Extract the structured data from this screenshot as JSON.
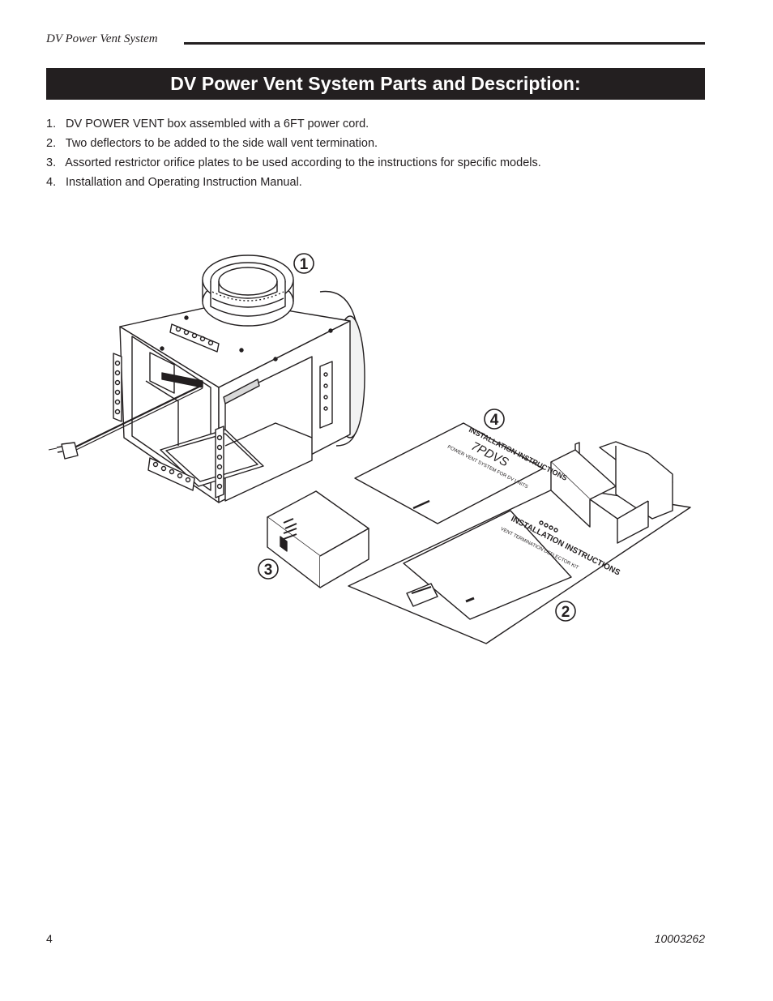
{
  "header": {
    "running_title": "DV Power Vent System"
  },
  "title": "DV Power Vent System Parts and Description:",
  "parts": [
    {
      "num": "1.",
      "text": "DV POWER VENT box assembled with a 6FT power cord."
    },
    {
      "num": "2.",
      "text": "Two deflectors to be added to the side wall vent termination."
    },
    {
      "num": "3.",
      "text": "Assorted restrictor orifice plates to be used according to the instructions for specific models."
    },
    {
      "num": "4.",
      "text": "Installation and Operating Instruction Manual."
    }
  ],
  "figure": {
    "callouts": [
      "1",
      "2",
      "3",
      "4"
    ],
    "manual_4": {
      "heading": "INSTALLATION INSTRUCTIONS",
      "model": "7PDVS",
      "subtitle": "POWER VENT SYSTEM FOR DV UNITS"
    },
    "manual_2": {
      "heading": "INSTALLATION INSTRUCTIONS",
      "subtitle": "VENT TERMINATION DEFLECTOR KIT"
    }
  },
  "footer": {
    "page_number": "4",
    "doc_number": "10003262"
  }
}
